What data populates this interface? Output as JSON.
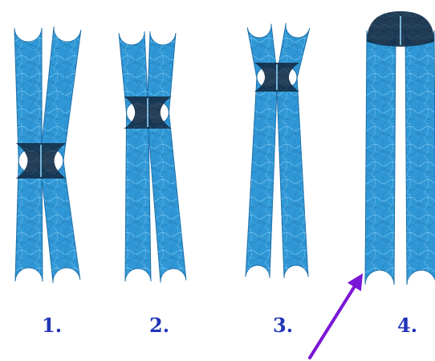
{
  "colors": {
    "chromatid": "#2f97d6",
    "chromatid_edge": "#1d6fa8",
    "centromere": "#15324c",
    "fiber": "#8fd3f7",
    "label": "#2135b8",
    "arrow": "#7a16d6"
  },
  "chromosomes": [
    {
      "label": "1.",
      "centromere_position": "median"
    },
    {
      "label": "2.",
      "centromere_position": "submedian"
    },
    {
      "label": "3.",
      "centromere_position": "subterminal"
    },
    {
      "label": "4.",
      "centromere_position": "terminal"
    }
  ],
  "arrow": {
    "points_to": "chromosome 4",
    "icon": "arrow-icon"
  }
}
